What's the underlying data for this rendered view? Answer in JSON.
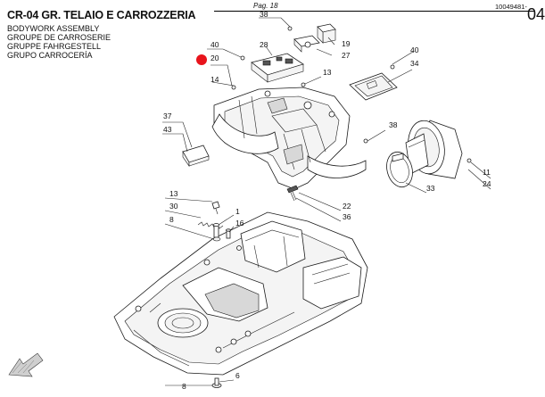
{
  "header": {
    "title": "CR-04 GR. TELAIO E CARROZZERIA",
    "lines": [
      "BODYWORK ASSEMBLY",
      "GROUPE DE CARROSERIE",
      "GRUPPE FAHRGESTELL",
      "GRUPO CARROCERÍA"
    ],
    "page": "Pag. 18",
    "doc_code": "10049481-",
    "section": "04"
  },
  "marker_color": "#e8141c",
  "callouts": {
    "c38a": "38",
    "c19": "19",
    "c27": "27",
    "c28": "28",
    "c40a": "40",
    "c20": "20",
    "c14a": "14",
    "c13a": "13",
    "c40b": "40",
    "c34": "34",
    "c37": "37",
    "c43": "43",
    "c38b": "38",
    "c11": "11",
    "c24": "24",
    "c33": "33",
    "c22": "22",
    "c36": "36",
    "c13b": "13",
    "c30": "30",
    "c8a": "8",
    "c1": "1",
    "c16": "16",
    "c8b": "8",
    "c6": "6"
  }
}
